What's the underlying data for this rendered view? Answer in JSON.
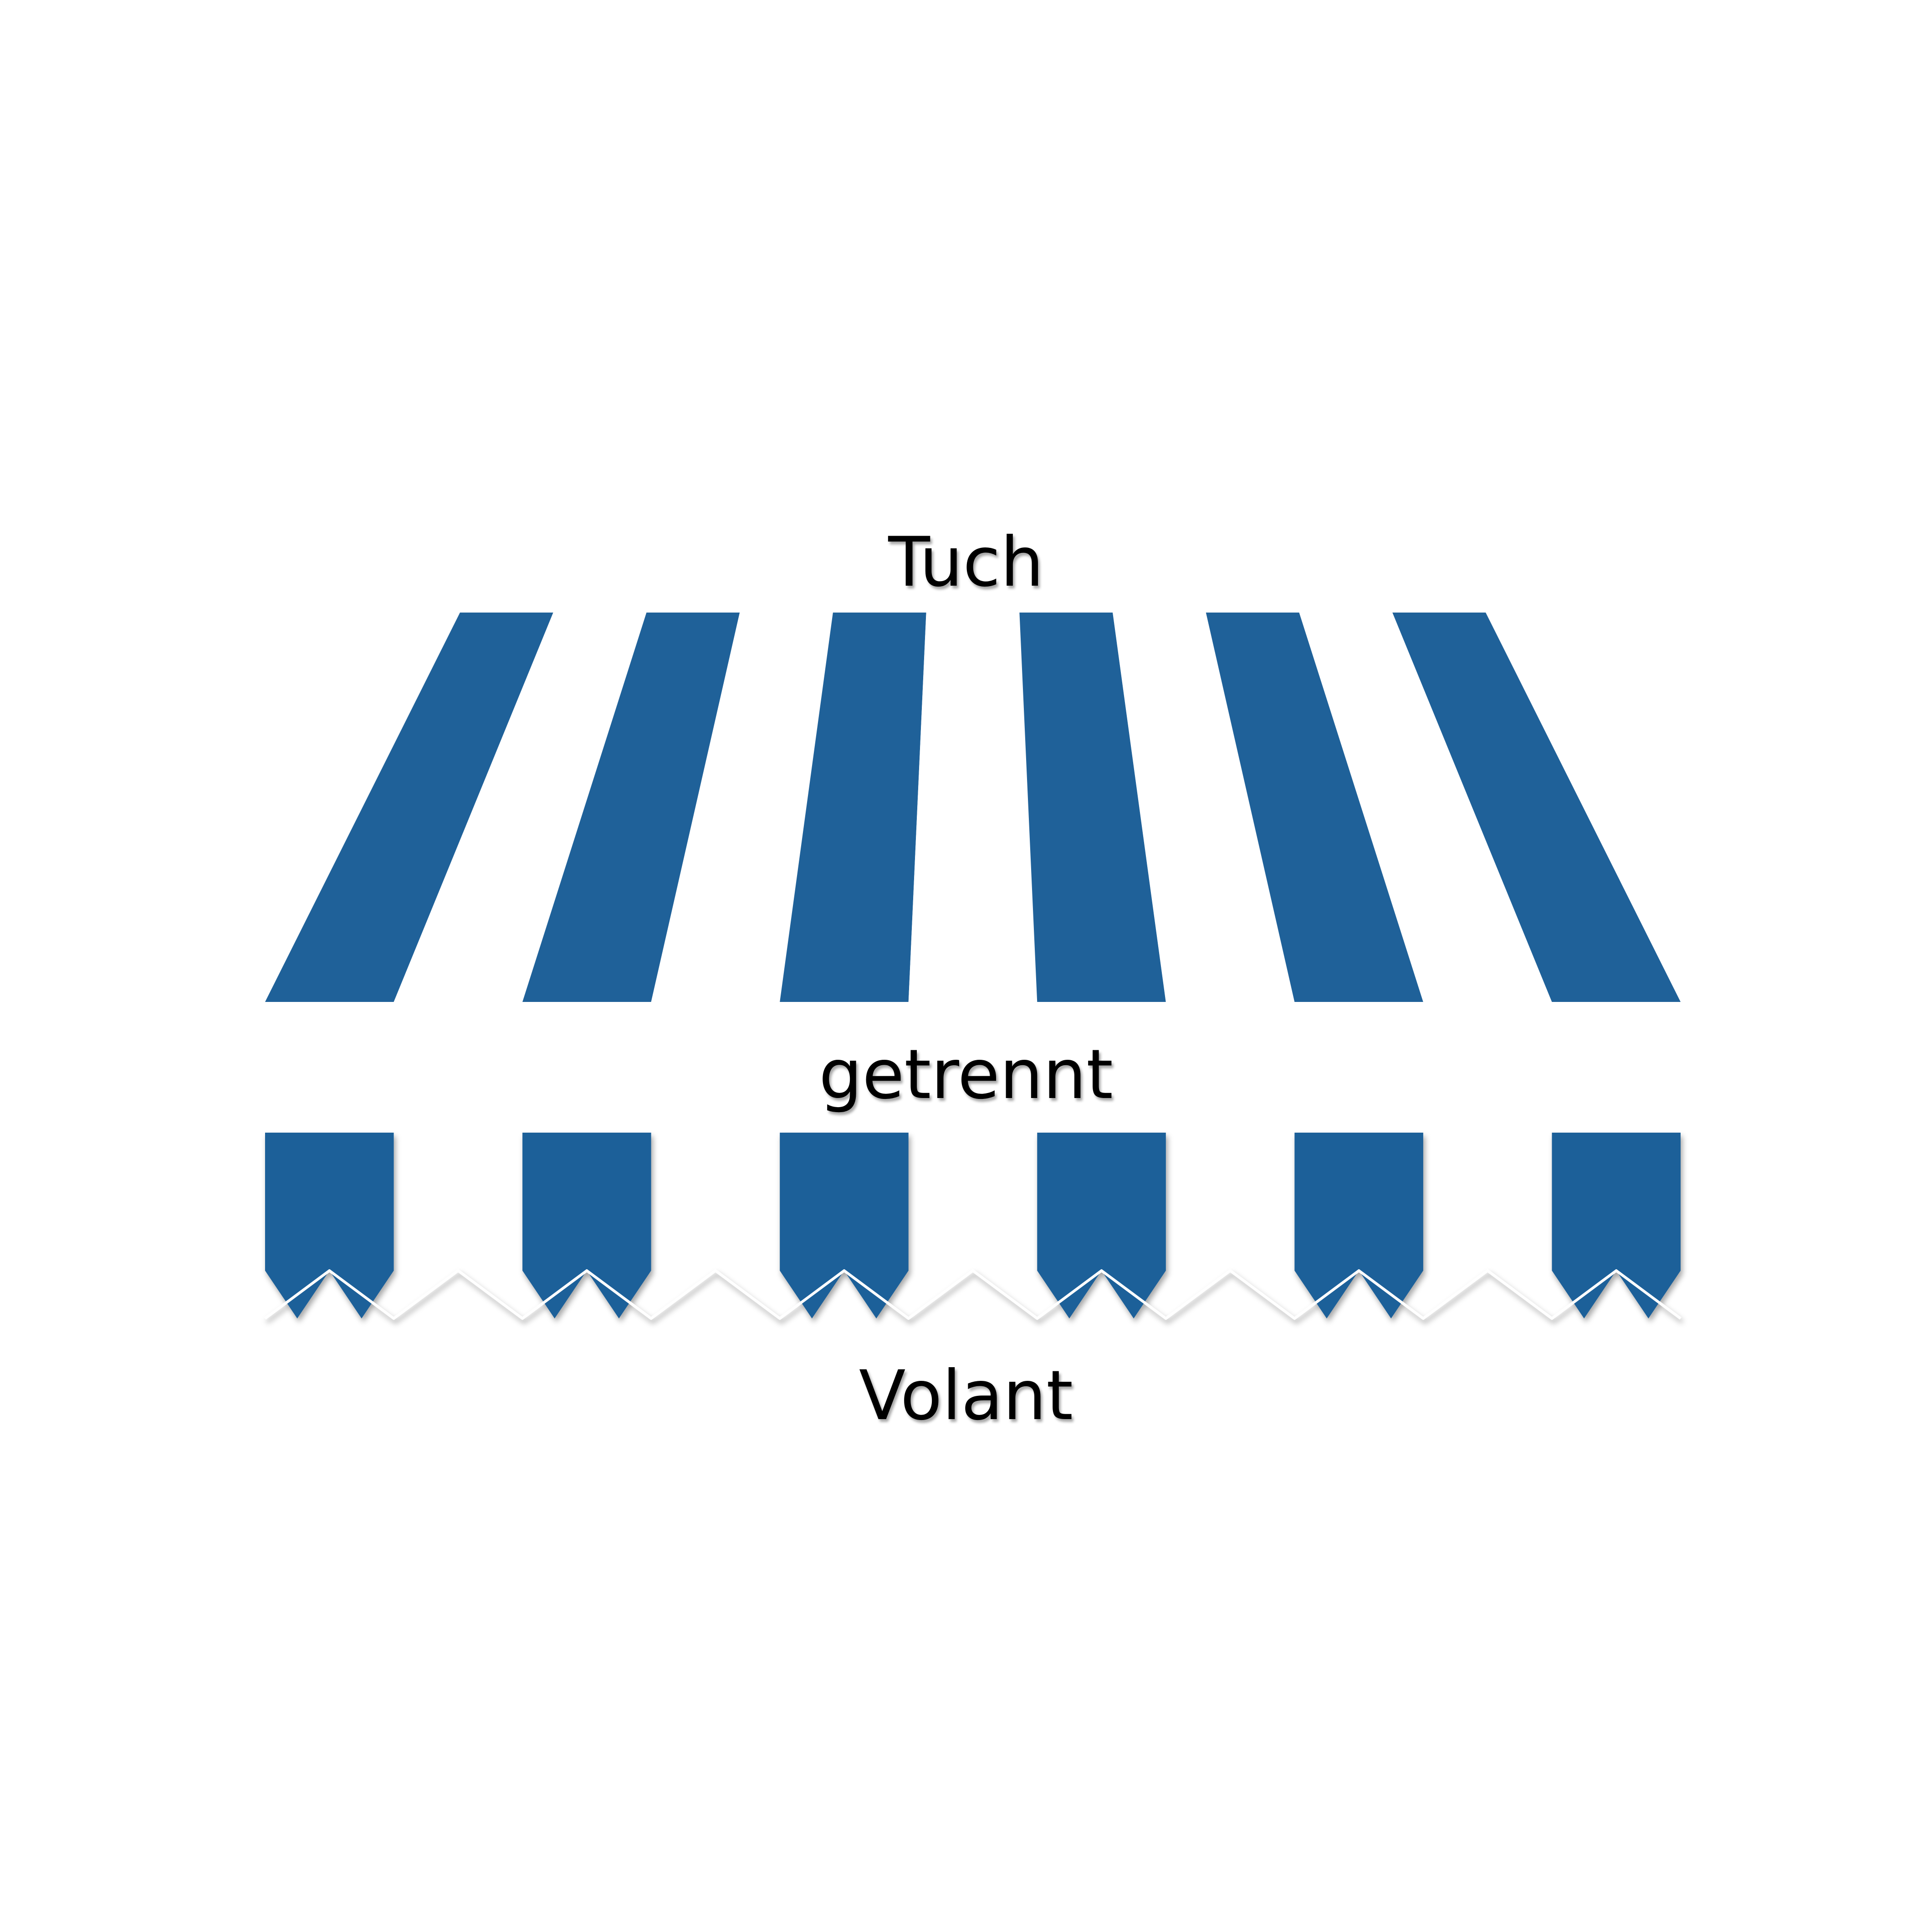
{
  "labels": {
    "canopy": "Tuch",
    "separator": "getrennt",
    "valance": "Volant"
  },
  "colors": {
    "stripe_blue": "#1F6199",
    "stripe_white": "#FFFFFF",
    "background": "#FFFFFF"
  },
  "canopy": {
    "stripe_count": 11,
    "stripe_pattern": [
      "blue",
      "white",
      "blue",
      "white",
      "blue",
      "white",
      "blue",
      "white",
      "blue",
      "white",
      "blue"
    ]
  },
  "valance": {
    "panel_count": 6,
    "panel_color": "blue",
    "edge_style": "scalloped"
  }
}
